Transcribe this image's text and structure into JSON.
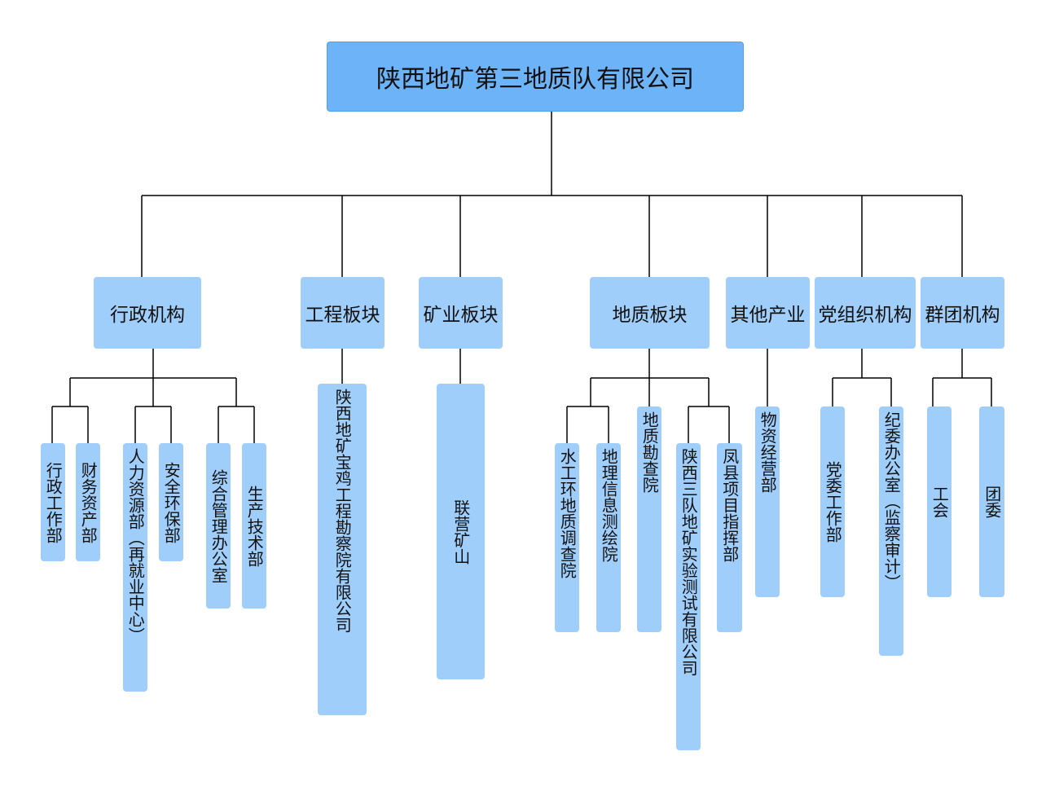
{
  "root": {
    "label": "陕西地矿第三地质队有限公司"
  },
  "divisions": [
    {
      "label": "行政机构",
      "units": [
        "行政工作部",
        "财务资产部",
        "人力资源部（再就业中心）",
        "安全环保部",
        "综合管理办公室",
        "生产技术部"
      ]
    },
    {
      "label": "工程板块",
      "units": [
        "陕西地矿宝鸡工程勘察院有限公司"
      ]
    },
    {
      "label": "矿业板块",
      "units": [
        "联营矿山"
      ]
    },
    {
      "label": "地质板块",
      "units": [
        "水工环地质调查院",
        "地理信息测绘院",
        "地质勘查院",
        "陕西三队地矿实验测试有限公司",
        "凤县项目指挥部"
      ]
    },
    {
      "label": "其他产业",
      "units": [
        "物资经营部"
      ]
    },
    {
      "label": "党组织机构",
      "units": [
        "党委工作部",
        "纪委办公室（监察审计）"
      ]
    },
    {
      "label": "群团机构",
      "units": [
        "工会",
        "团委"
      ]
    }
  ],
  "colors": {
    "root_fill": "#6db3f7",
    "node_fill": "#a0cefb",
    "line": "#000000"
  }
}
